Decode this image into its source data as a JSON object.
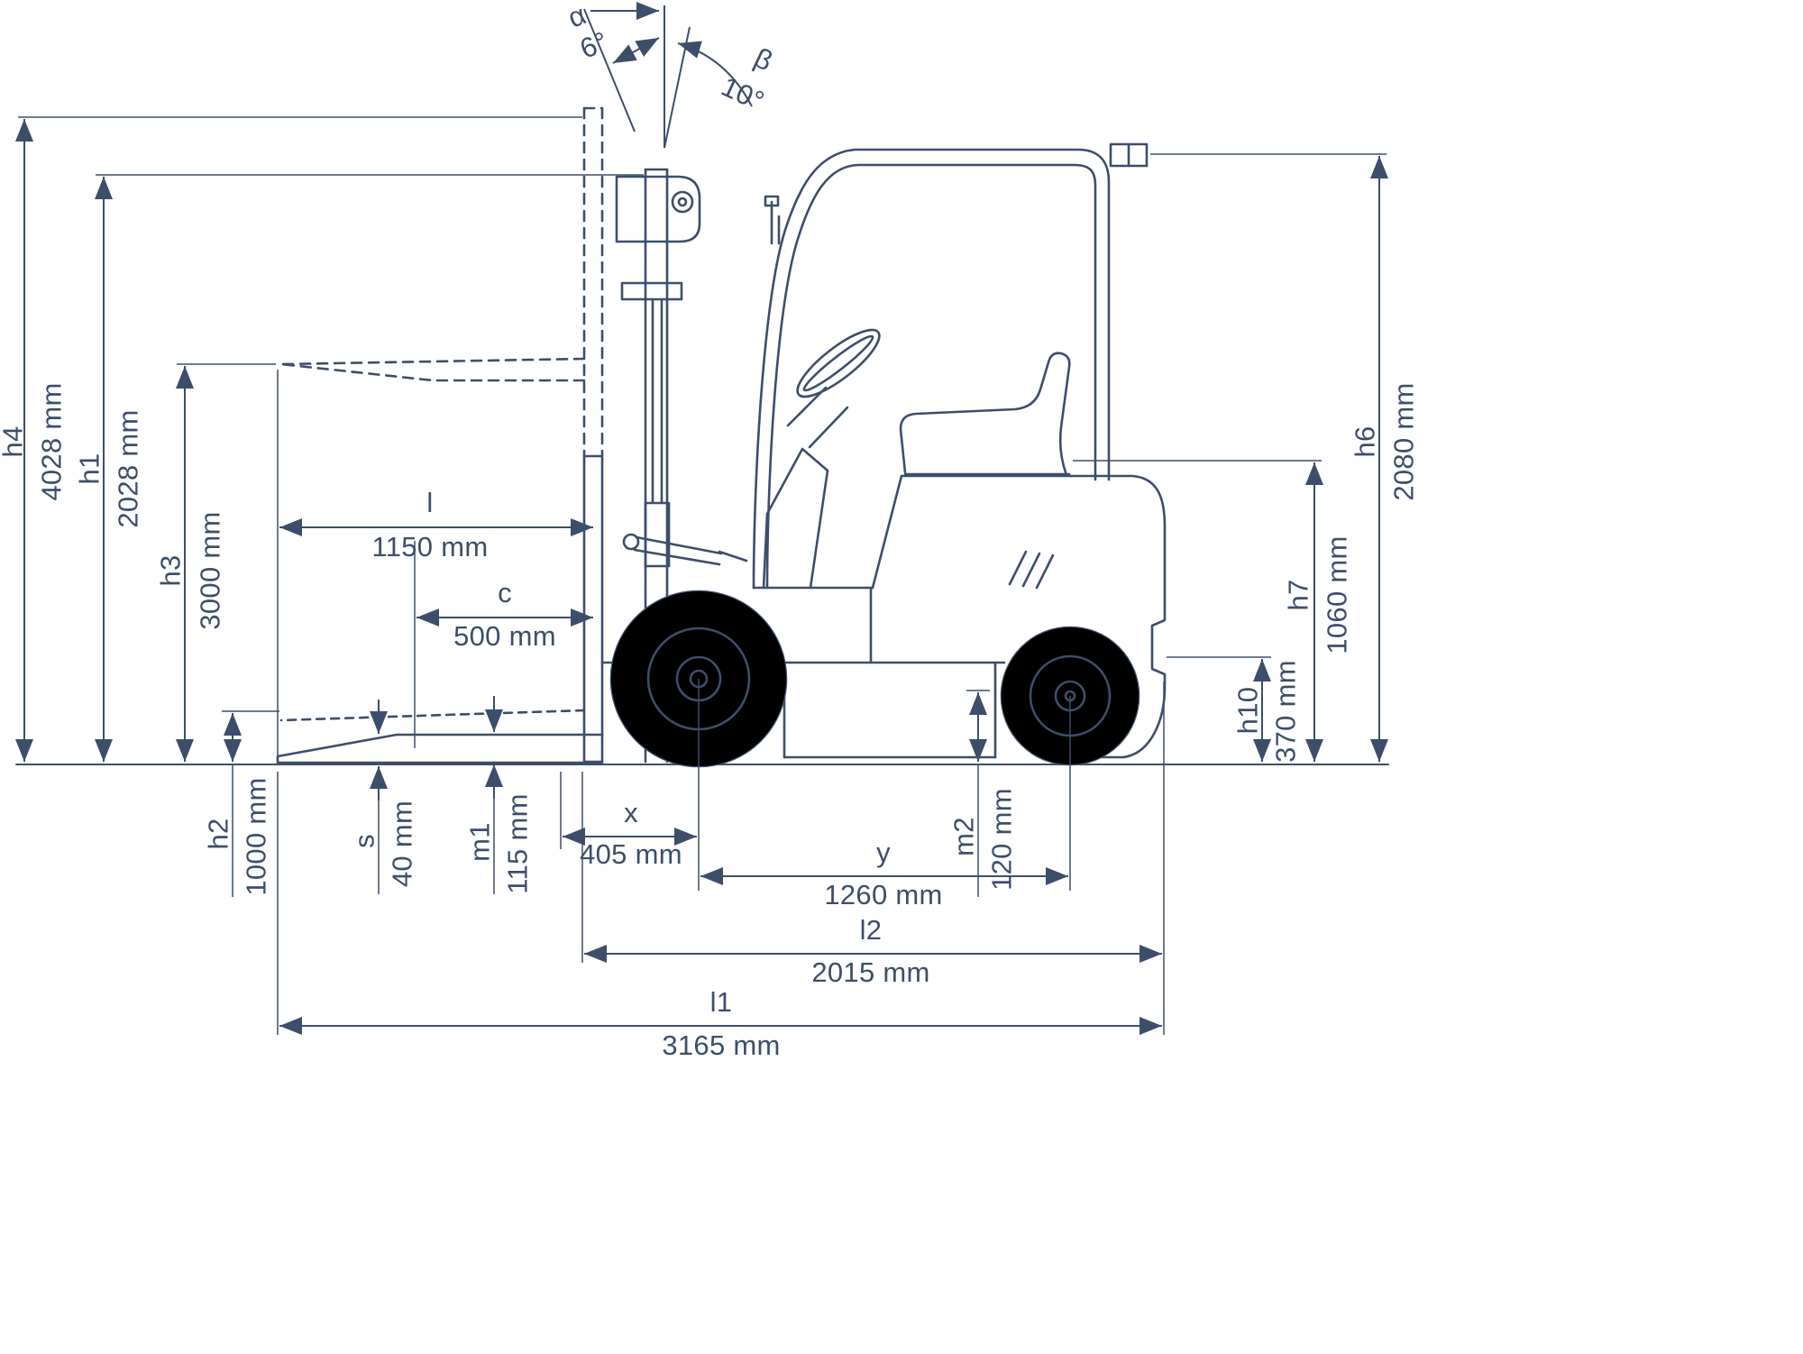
{
  "colors": {
    "line": "#3d4e6b",
    "background": "#ffffff"
  },
  "diagram": {
    "subject": "forklift side-view dimensional drawing",
    "angles": {
      "alpha": {
        "label": "α",
        "value": "6°"
      },
      "beta": {
        "label": "β",
        "value": "10°"
      }
    },
    "dimensions": {
      "h4": {
        "label": "h4",
        "value": "4028 mm"
      },
      "h1": {
        "label": "h1",
        "value": "2028 mm"
      },
      "h3": {
        "label": "h3",
        "value": "3000 mm"
      },
      "h2": {
        "label": "h2",
        "value": "1000 mm"
      },
      "l": {
        "label": "l",
        "value": "1150 mm"
      },
      "c": {
        "label": "c",
        "value": "500 mm"
      },
      "s": {
        "label": "s",
        "value": "40 mm"
      },
      "m1": {
        "label": "m1",
        "value": "115 mm"
      },
      "m2": {
        "label": "m2",
        "value": "120 mm"
      },
      "x": {
        "label": "x",
        "value": "405 mm"
      },
      "y": {
        "label": "y",
        "value": "1260 mm"
      },
      "l2": {
        "label": "l2",
        "value": "2015 mm"
      },
      "l1": {
        "label": "l1",
        "value": "3165 mm"
      },
      "h6": {
        "label": "h6",
        "value": "2080 mm"
      },
      "h7": {
        "label": "h7",
        "value": "1060 mm"
      },
      "h10": {
        "label": "h10",
        "value": "370 mm"
      }
    }
  }
}
